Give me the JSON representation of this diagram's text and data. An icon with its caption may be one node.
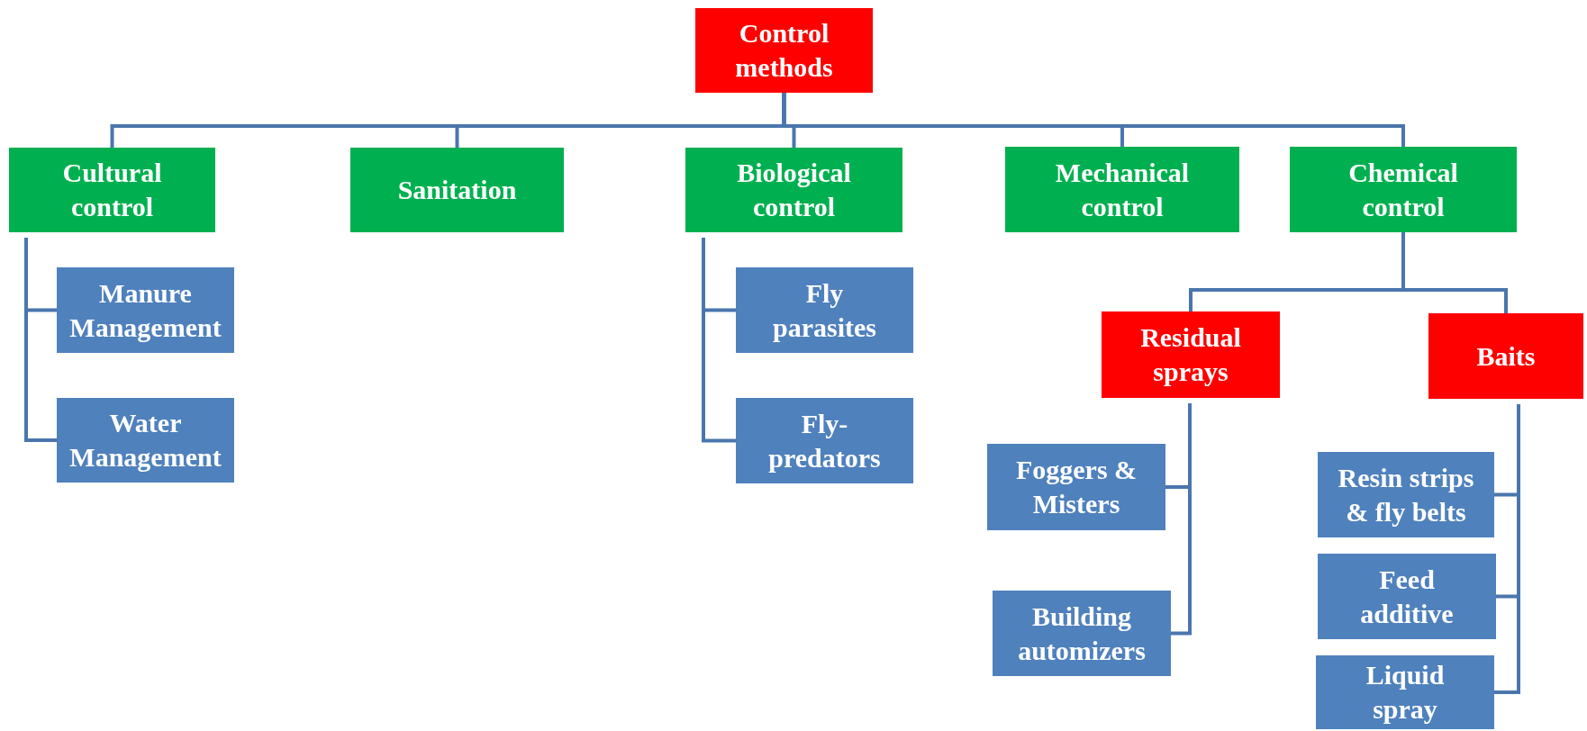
{
  "diagram": {
    "nodes": [
      {
        "text": [
          "Control methods"
        ]
      },
      {
        "text": [
          "Cultural control"
        ]
      },
      {
        "text": [
          "Manure Management"
        ]
      },
      {
        "text": [
          "Water Management"
        ]
      },
      {
        "text": [
          "Sanitation"
        ]
      },
      {
        "text": [
          "Biological control"
        ]
      },
      {
        "text": [
          "Fly parasites"
        ]
      },
      {
        "text": [
          "Fly- predators"
        ]
      },
      {
        "text": [
          "Mechanical control"
        ]
      },
      {
        "text": [
          "Chemical control"
        ]
      },
      {
        "text": [
          "Residual sprays"
        ]
      },
      {
        "text": [
          "Foggers & Misters"
        ]
      },
      {
        "text": [
          "Building automizers"
        ]
      },
      {
        "text": [
          "Baits"
        ]
      },
      {
        "text": [
          "Resin strips & fly belts"
        ]
      },
      {
        "text": [
          "Feed additive"
        ]
      },
      {
        "text": [
          "Liquid spray"
        ]
      }
    ],
    "edges": [
      {
        "from": 0,
        "to": 1,
        "arrow": "none"
      },
      {
        "from": 0,
        "to": 4,
        "arrow": "none"
      },
      {
        "from": 0,
        "to": 5,
        "arrow": "none"
      },
      {
        "from": 0,
        "to": 8,
        "arrow": "none"
      },
      {
        "from": 0,
        "to": 9,
        "arrow": "none"
      },
      {
        "from": 1,
        "to": 2,
        "arrow": "none"
      },
      {
        "from": 1,
        "to": 3,
        "arrow": "none"
      },
      {
        "from": 5,
        "to": 6,
        "arrow": "none"
      },
      {
        "from": 5,
        "to": 7,
        "arrow": "none"
      },
      {
        "from": 9,
        "to": 10,
        "arrow": "none"
      },
      {
        "from": 9,
        "to": 13,
        "arrow": "none"
      },
      {
        "from": 10,
        "to": 11,
        "arrow": "none"
      },
      {
        "from": 10,
        "to": 12,
        "arrow": "none"
      },
      {
        "from": 13,
        "to": 14,
        "arrow": "none"
      },
      {
        "from": 13,
        "to": 15,
        "arrow": "none"
      },
      {
        "from": 13,
        "to": 16,
        "arrow": "none"
      }
    ]
  }
}
